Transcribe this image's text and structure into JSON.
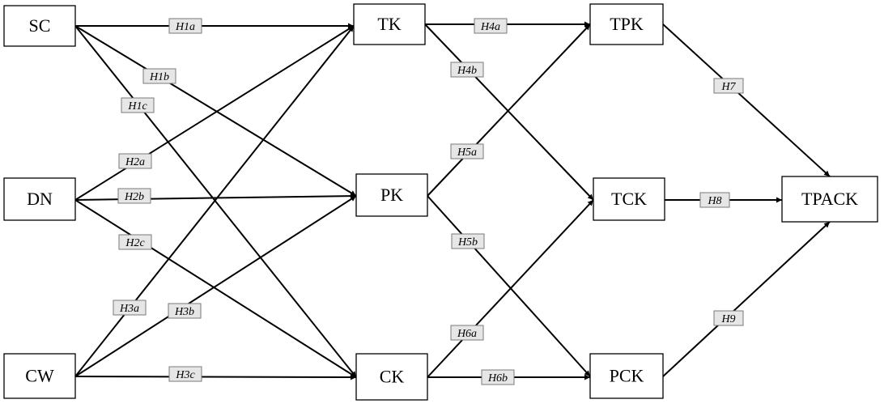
{
  "nodes": [
    {
      "id": "SC",
      "label": "SC"
    },
    {
      "id": "DN",
      "label": "DN"
    },
    {
      "id": "CW",
      "label": "CW"
    },
    {
      "id": "TK",
      "label": "TK"
    },
    {
      "id": "PK",
      "label": "PK"
    },
    {
      "id": "CK",
      "label": "CK"
    },
    {
      "id": "TPK",
      "label": "TPK"
    },
    {
      "id": "TCK",
      "label": "TCK"
    },
    {
      "id": "PCK",
      "label": "PCK"
    },
    {
      "id": "TPACK",
      "label": "TPACK"
    }
  ],
  "edges": [
    {
      "from": "SC",
      "to": "TK",
      "label": "H1a"
    },
    {
      "from": "SC",
      "to": "PK",
      "label": "H1b"
    },
    {
      "from": "SC",
      "to": "CK",
      "label": "H1c"
    },
    {
      "from": "DN",
      "to": "TK",
      "label": "H2a"
    },
    {
      "from": "DN",
      "to": "PK",
      "label": "H2b"
    },
    {
      "from": "DN",
      "to": "CK",
      "label": "H2c"
    },
    {
      "from": "CW",
      "to": "TK",
      "label": "H3a"
    },
    {
      "from": "CW",
      "to": "PK",
      "label": "H3b"
    },
    {
      "from": "CW",
      "to": "CK",
      "label": "H3c"
    },
    {
      "from": "TK",
      "to": "TPK",
      "label": "H4a"
    },
    {
      "from": "TK",
      "to": "TCK",
      "label": "H4b"
    },
    {
      "from": "PK",
      "to": "TPK",
      "label": "H5a"
    },
    {
      "from": "PK",
      "to": "PCK",
      "label": "H5b"
    },
    {
      "from": "CK",
      "to": "TCK",
      "label": "H6a"
    },
    {
      "from": "CK",
      "to": "PCK",
      "label": "H6b"
    },
    {
      "from": "TPK",
      "to": "TPACK",
      "label": "H7"
    },
    {
      "from": "TCK",
      "to": "TPACK",
      "label": "H8"
    },
    {
      "from": "PCK",
      "to": "TPACK",
      "label": "H9"
    }
  ]
}
